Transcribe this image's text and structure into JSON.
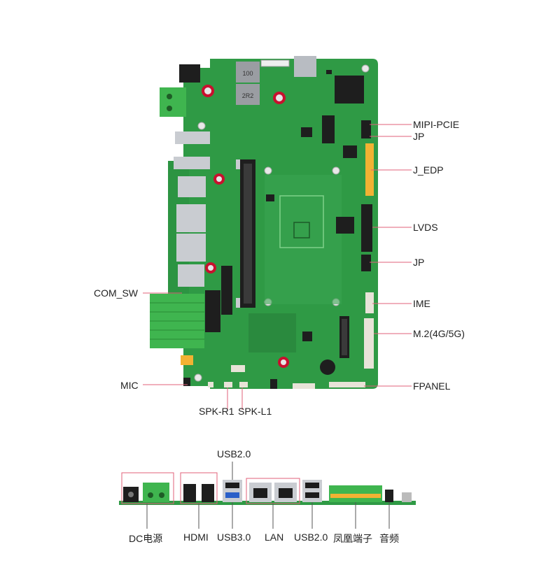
{
  "board_labels": {
    "mipi_pcie": "MIPI-PCIE",
    "jp_top": "JP",
    "j_edp": "J_EDP",
    "lvds": "LVDS",
    "jp_mid": "JP",
    "ime": "IME",
    "m2": "M.2(4G/5G)",
    "fpanel": "FPANEL",
    "com_sw": "COM_SW",
    "mic": "MIC",
    "spk_r1": "SPK-R1",
    "spk_l1": "SPK-L1"
  },
  "io_labels": {
    "usb20_top": "USB2.0",
    "dc_power": "DC电源",
    "hdmi": "HDMI",
    "usb30": "USB3.0",
    "lan": "LAN",
    "usb20_bottom": "USB2.0",
    "phoenix_terminal": "凤凰端子",
    "audio": "音频"
  },
  "board_markings": {
    "inductor_1": "100",
    "inductor_2": "2R2"
  },
  "colors": {
    "pcb": "#2f9a45",
    "pcb_dark": "#237a35",
    "callout_line": "#e0607a",
    "terminal_green": "#3fb54f",
    "header_yellow": "#f2b233",
    "metal": "#c9ccd1",
    "usb3_blue": "#2a5fc8",
    "port_black": "#1c1c1c"
  }
}
